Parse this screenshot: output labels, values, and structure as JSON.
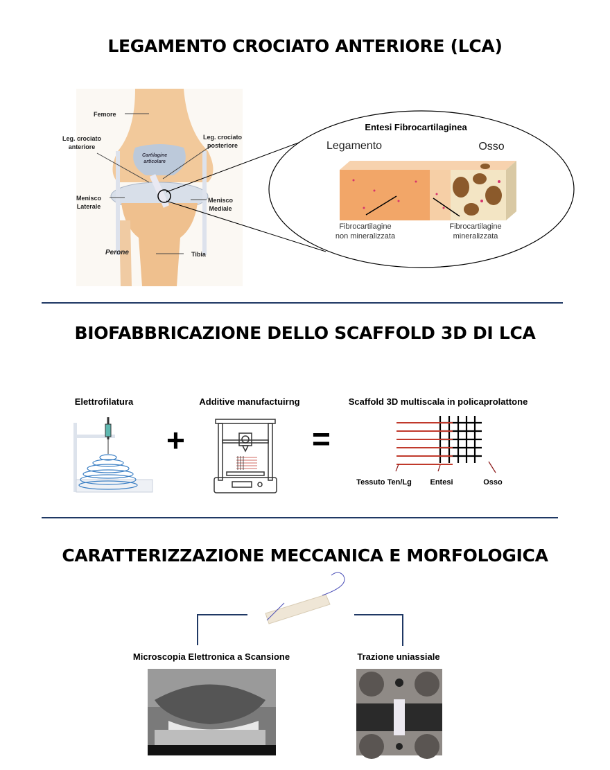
{
  "section1": {
    "title": "LEGAMENTO CROCIATO ANTERIORE (LCA)",
    "knee_labels": {
      "femore": "Femore",
      "lca_1": "Leg. crociato",
      "lca_2": "anteriore",
      "lcp_1": "Leg. crociato",
      "lcp_2": "posteriore",
      "cart_1": "Cartilagine",
      "cart_2": "articolare",
      "men_lat_1": "Menisco",
      "men_lat_2": "Laterale",
      "men_med_1": "Menisco",
      "men_med_2": "Mediale",
      "perone": "Perone",
      "tibia": "Tibia"
    },
    "enthesis": {
      "title": "Entesi Fibrocartilaginea",
      "left": "Legamento",
      "right": "Osso",
      "nonmin_1": "Fibrocartilagine",
      "nonmin_2": "non mineralizzata",
      "min_1": "Fibrocartilagine",
      "min_2": "mineralizzata"
    }
  },
  "section2": {
    "title": "BIOFABBRICAZIONE DELLO SCAFFOLD 3D DI LCA",
    "electrospinning": "Elettrofilatura",
    "additive": "Additive manufactuirng",
    "scaffold": "Scaffold 3D multiscala in policaprolattone",
    "plus": "+",
    "equals": "=",
    "scaffold_labels": {
      "tendon": "Tessuto Ten/Lg",
      "enthesis": "Entesi",
      "bone": "Osso"
    }
  },
  "section3": {
    "title": "CARATTERIZZAZIONE MECCANICA E MORFOLOGICA",
    "sem": "Microscopia Elettronica a Scansione",
    "tensile": "Trazione uniassiale"
  },
  "colors": {
    "divider": "#1f3864",
    "red_fiber": "#c0392b",
    "bone": "#8b5a2b",
    "ligament": "#f0a868"
  }
}
